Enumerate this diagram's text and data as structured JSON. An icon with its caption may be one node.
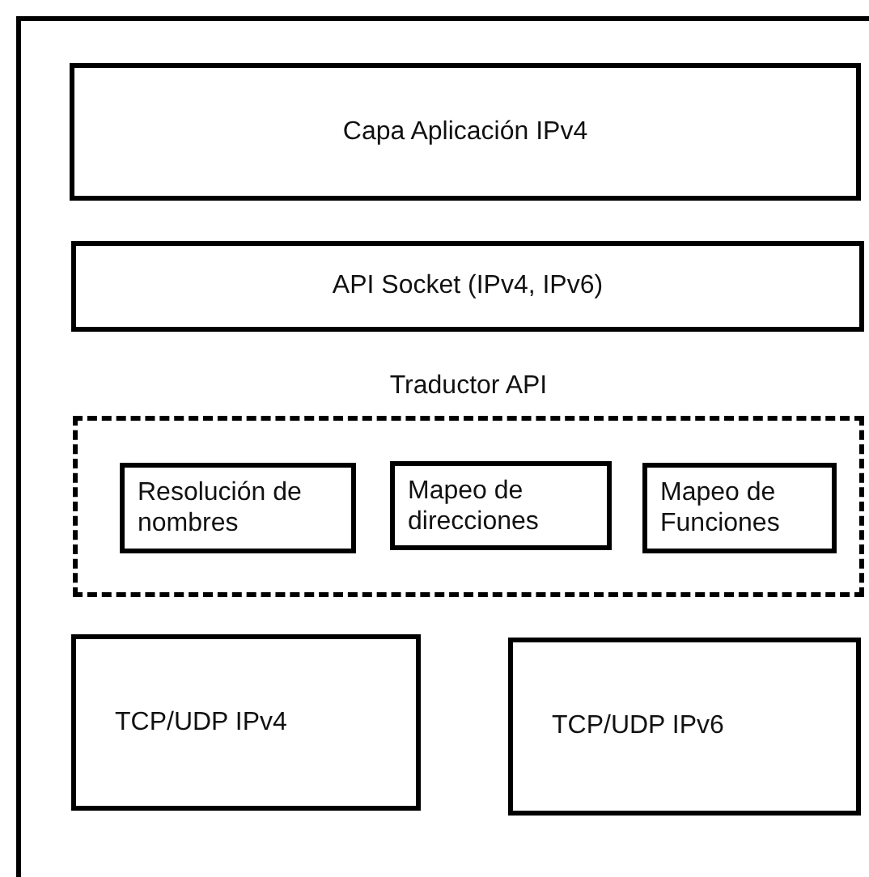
{
  "diagram": {
    "nodes": [
      {
        "text": [],
        "shape": "box"
      },
      {
        "text": [
          "Capa Aplicación IPv4"
        ],
        "in": 0
      },
      {
        "text": [
          "API Socket (IPv4, IPv6)"
        ],
        "in": 0
      },
      {
        "text": [
          "Traductor API"
        ],
        "in": 0
      },
      {
        "text": [
          "Resolución de nombres"
        ],
        "in": 3
      },
      {
        "text": [
          "Mapeo de direcciones"
        ],
        "in": 3
      },
      {
        "text": [
          "Mapeo de Funciones"
        ],
        "in": 3
      },
      {
        "text": [
          "TCP/UDP IPv4"
        ],
        "in": 0
      },
      {
        "text": [
          "TCP/UDP IPv6"
        ],
        "in": 0
      }
    ]
  }
}
